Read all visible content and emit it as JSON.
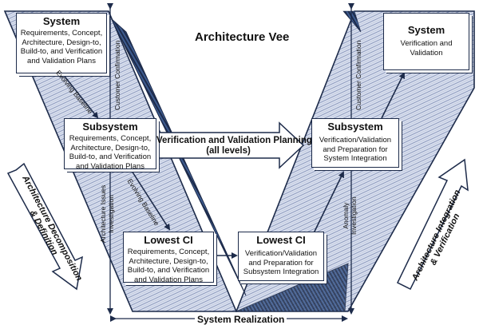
{
  "title": "Architecture Vee",
  "boxes": {
    "system_left": {
      "title": "System",
      "body": "Requirements, Concept, Architecture, Design-to, Build-to, and Verification and Validation Plans"
    },
    "subsystem_left": {
      "title": "Subsystem",
      "body": "Requirements, Concept, Architecture, Design-to, Build-to, and Verification and Validation Plans"
    },
    "lowest_ci_left": {
      "title": "Lowest CI",
      "body": "Requirements, Concept, Architecture, Design-to, Build-to, and Verification and Validation Plans"
    },
    "lowest_ci_right": {
      "title": "Lowest CI",
      "body": "Verification/Validation and Preparation for Subsystem Integration"
    },
    "subsystem_right": {
      "title": "Subsystem",
      "body": "Verification/Validation and Preparation for System Integration"
    },
    "system_right": {
      "title": "System",
      "body": "Verification and Validation"
    }
  },
  "labels": {
    "vv_planning_line1": "Verification and Validation Planning",
    "vv_planning_line2": "(all levels)",
    "system_realization": "System Realization",
    "evolving_baseline_1": "Evolving Baseline",
    "evolving_baseline_2": "Evolving Baseline",
    "customer_confirmation_left": "Customer Confirmation",
    "customer_confirmation_right": "Customer Confirmation",
    "architecture_issues": "Architecture Issues",
    "investigation_left": "Investigation",
    "anomaly": "Anomaly",
    "investigation_right": "Investigation",
    "decomp_line1": "Architecture Decomposition",
    "decomp_line2": "& Definition",
    "integ_line1": "Architecture Integration",
    "integ_line2": "& Verification"
  },
  "colors": {
    "navy": "#1d2b4a",
    "hatch": "#8e9bbf",
    "band_fill": "#dde3f0"
  }
}
